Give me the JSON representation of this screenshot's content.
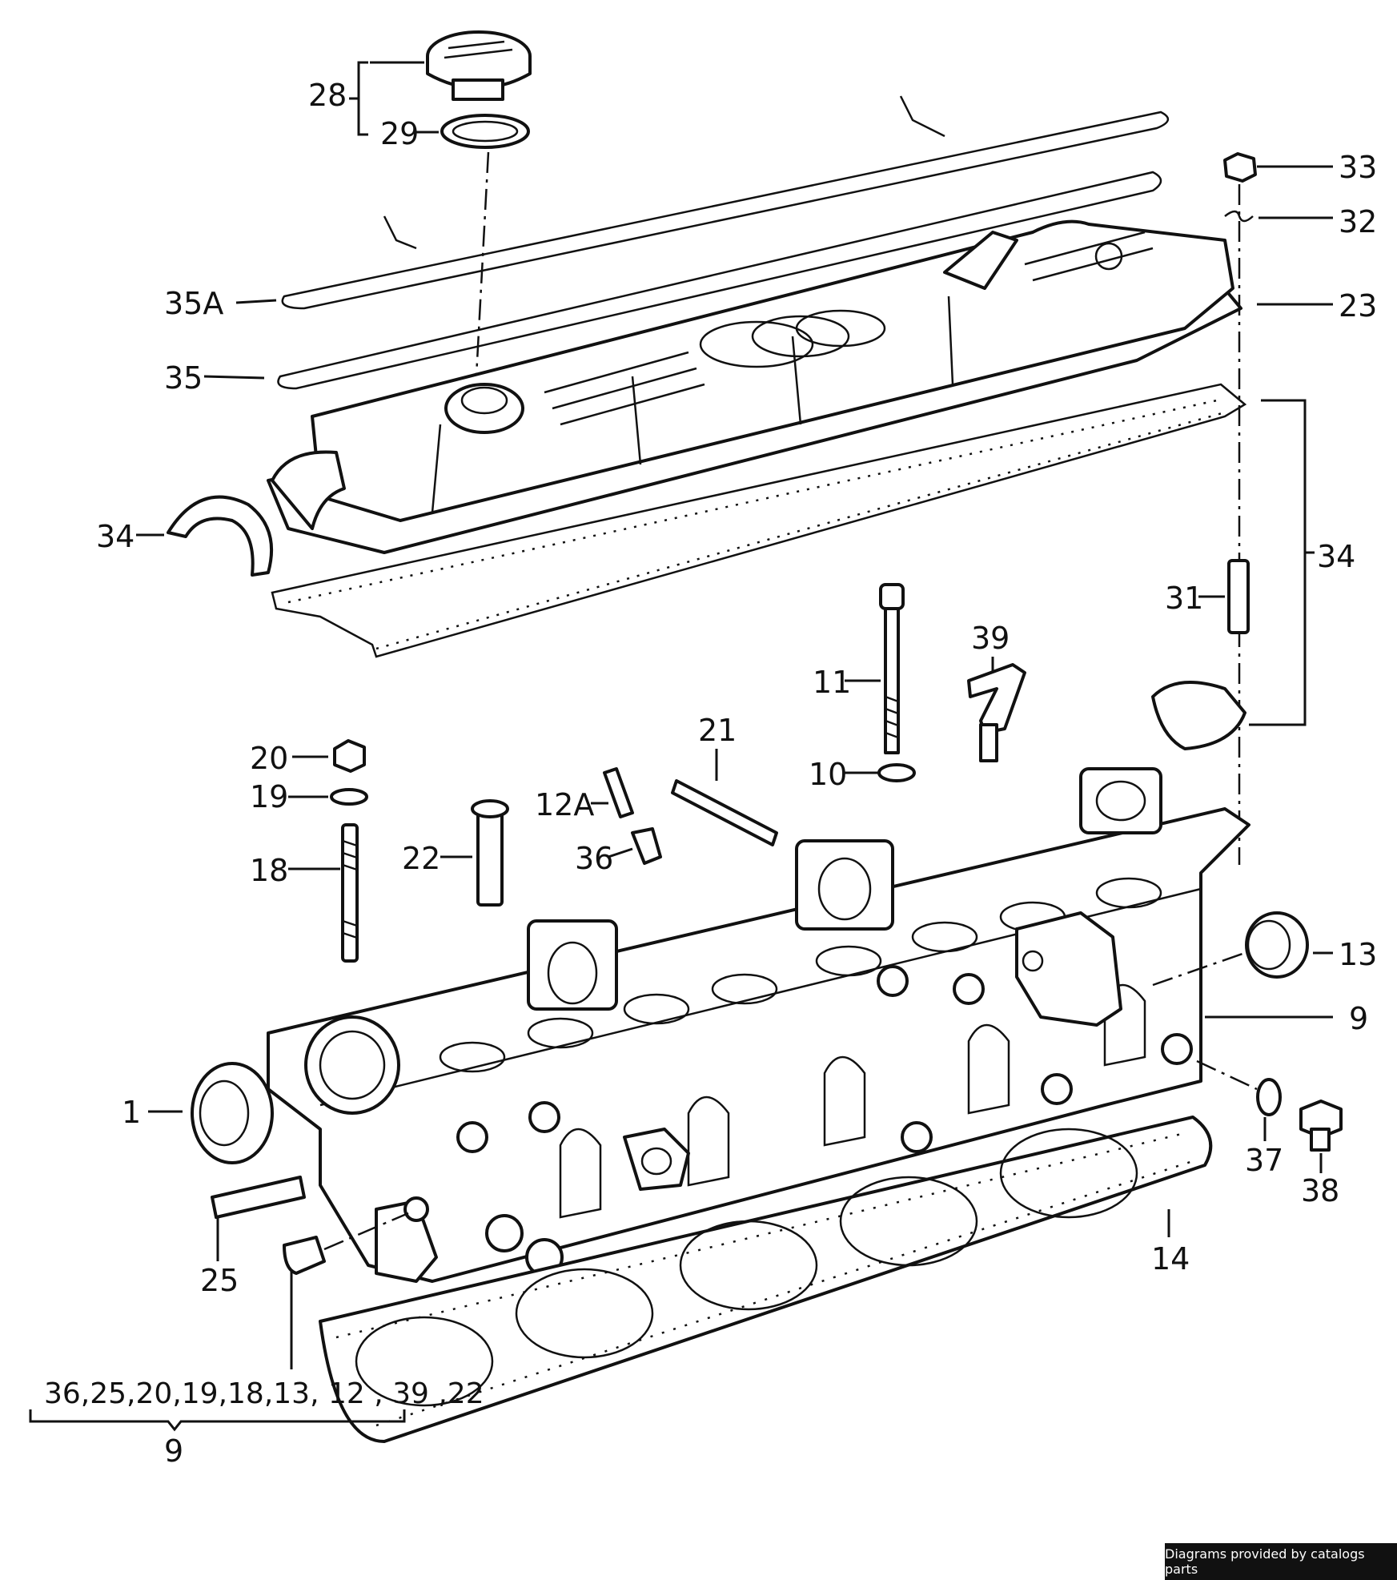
{
  "labels": [
    "28",
    "29",
    "35A",
    "35",
    "34",
    "33",
    "32",
    "23",
    "34",
    "31",
    "39",
    "11",
    "21",
    "20",
    "19",
    "18",
    "22",
    "12A",
    "36",
    "10",
    "13",
    "9",
    "1",
    "37",
    "38",
    "25",
    "14"
  ],
  "group_list": "36,25,20,19,18,13, 12 , 39 ,22",
  "group_label": "9",
  "credit": "Diagrams provided by catalogs parts"
}
